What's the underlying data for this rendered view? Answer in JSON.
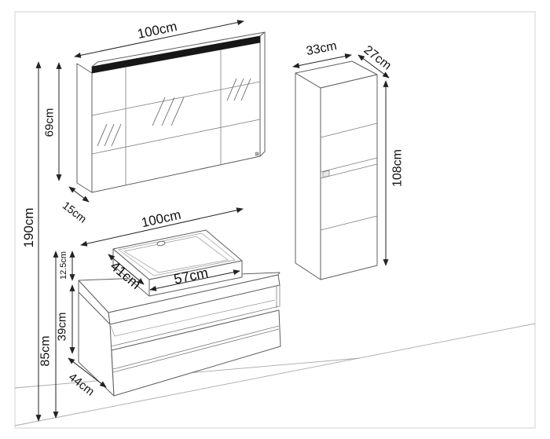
{
  "labels": {
    "total_height": "190cm",
    "mirror_width": "100cm",
    "mirror_height": "69cm",
    "mirror_depth": "15cm",
    "column_width": "33cm",
    "column_depth": "27cm",
    "column_height": "108cm",
    "vanity_width": "100cm",
    "vanity_height": "39cm",
    "vanity_depth": "44cm",
    "vanity_mount_height": "85cm",
    "sink_width": "57cm",
    "sink_depth": "41cm",
    "sink_height": "12.5cm"
  },
  "colors": {
    "line": "#5f5f5f",
    "dimension": "#222222",
    "led_strip": "#171717",
    "frame": "#d9d9d9",
    "floor": "#a8a8a8"
  }
}
